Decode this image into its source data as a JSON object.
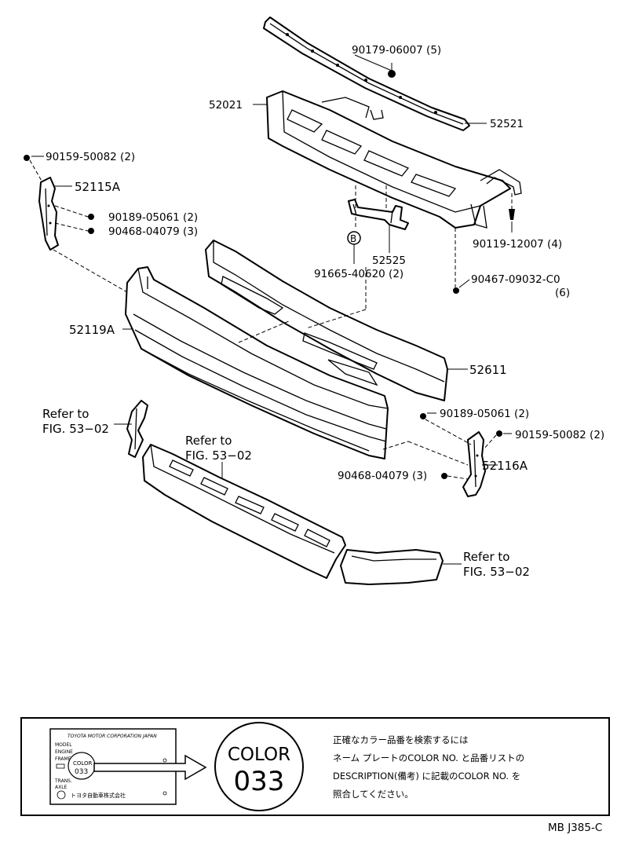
{
  "parts": {
    "p90179": "90179-06007 (5)",
    "p52021": "52021",
    "p52521": "52521",
    "p90159a": "90159-50082 (2)",
    "p52115a": "52115A",
    "p90189a": "90189-05061 (2)",
    "p90468a": "90468-04079 (3)",
    "p90119": "90119-12007 (4)",
    "p52525": "52525",
    "p91665": "91665-40620 (2)",
    "p90467": "90467-09032-C0",
    "p90467qty": "(6)",
    "p52119a": "52119A",
    "p52611": "52611",
    "p90189b": "90189-05061 (2)",
    "p90159b": "90159-50082 (2)",
    "p52116a": "52116A",
    "p90468b": "90468-04079 (3)",
    "circle_b": "B"
  },
  "refs": {
    "left_line1": "Refer to",
    "left_line2": "FIG. 53−02",
    "mid_line1": "Refer to",
    "mid_line2": "FIG. 53−02",
    "right_line1": "Refer to",
    "right_line2": "FIG. 53−02"
  },
  "color_box": {
    "plate_title": "TOYOTA MOTOR CORPORATION JAPAN",
    "plate_rows": [
      "MODEL",
      "ENGINE",
      "FRAME NO.",
      "TRANS.",
      "AXLE"
    ],
    "plate_color_label": "COLOR",
    "plate_color_code": "033",
    "plate_footer": "トヨタ自動車株式会社",
    "big_color_label": "COLOR",
    "big_color_code": "033",
    "note_line1": "正確なカラー品番を検索するには",
    "note_line2": "ネーム プレートのCOLOR NO. と品番リストの",
    "note_line3": "DESCRIPTION(備考) に記載のCOLOR NO. を",
    "note_line4": "照合してください。"
  },
  "figure_id": "MB J385-C"
}
